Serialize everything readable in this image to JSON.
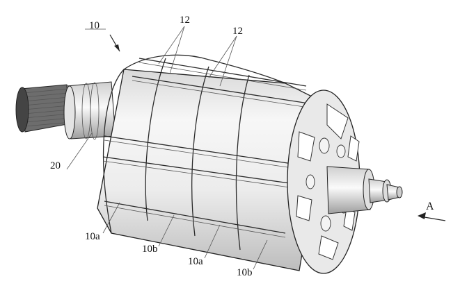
{
  "figure": {
    "labels": {
      "assembly": "10",
      "groove_left": "12",
      "groove_right": "12",
      "shaft": "20",
      "section_a1": "10a",
      "section_b1": "10b",
      "section_a2": "10a",
      "section_b2": "10b",
      "view_arrow": "A"
    }
  }
}
